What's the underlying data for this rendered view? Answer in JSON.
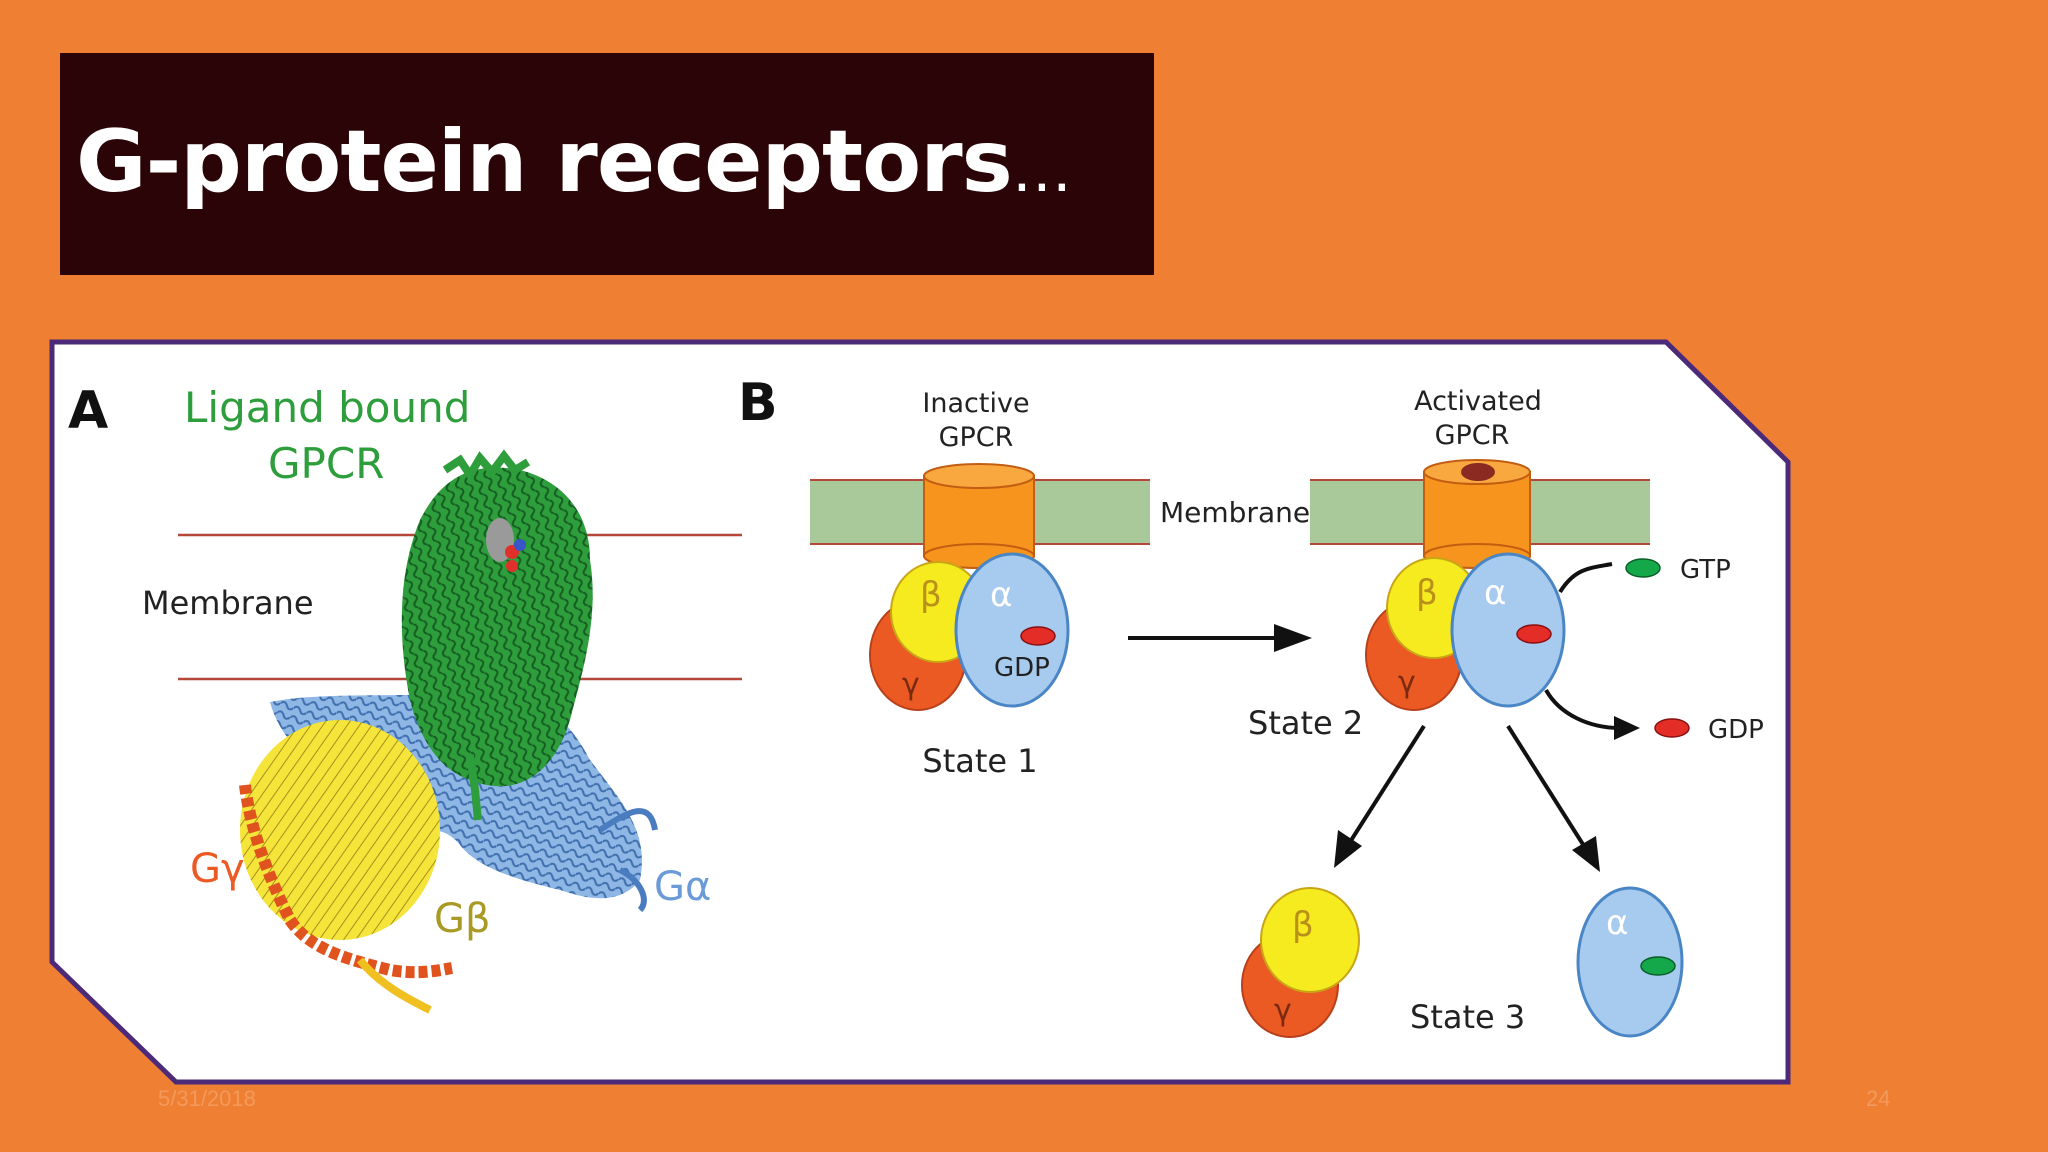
{
  "slide": {
    "title": "G-protein receptors",
    "title_ellipsis": "…",
    "date": "5/31/2018",
    "page_number": "24"
  },
  "panel_a": {
    "letter": "A",
    "ligand_line1": "Ligand bound",
    "ligand_line2": "GPCR",
    "membrane": "Membrane",
    "g_gamma": "Gγ",
    "g_beta": "Gβ",
    "g_alpha": "Gα"
  },
  "panel_b": {
    "letter": "B",
    "inactive_line1": "Inactive",
    "inactive_line2": "GPCR",
    "activated_line1": "Activated",
    "activated_line2": "GPCR",
    "membrane": "Membrane",
    "beta": "β",
    "alpha": "α",
    "gamma": "γ",
    "gdp": "GDP",
    "gtp": "GTP",
    "state1": "State 1",
    "state2": "State 2",
    "state3": "State 3"
  },
  "colors": {
    "background": "#ef7f33",
    "title_box": "#2a0406",
    "membrane_green": "#a9c99a",
    "receptor_orange": "#f7941d",
    "beta_yellow": "#f6eb1e",
    "gamma_red": "#ec5a24",
    "alpha_blue": "#a7cbee",
    "gdp_red": "#e32d26",
    "gtp_green": "#14a84a",
    "helix_green": "#2e9e3c"
  }
}
